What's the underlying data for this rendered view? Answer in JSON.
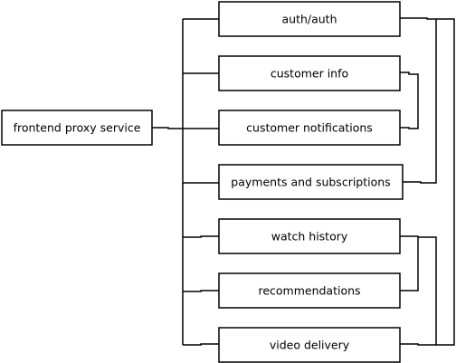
{
  "nodes": {
    "proxy": "frontend proxy service",
    "auth": "auth/auth",
    "customer_info": "customer info",
    "customer_notifications": "customer notifications",
    "payments": "payments and subscriptions",
    "watch_history": "watch history",
    "recommendations": "recommendations",
    "video_delivery": "video delivery"
  }
}
